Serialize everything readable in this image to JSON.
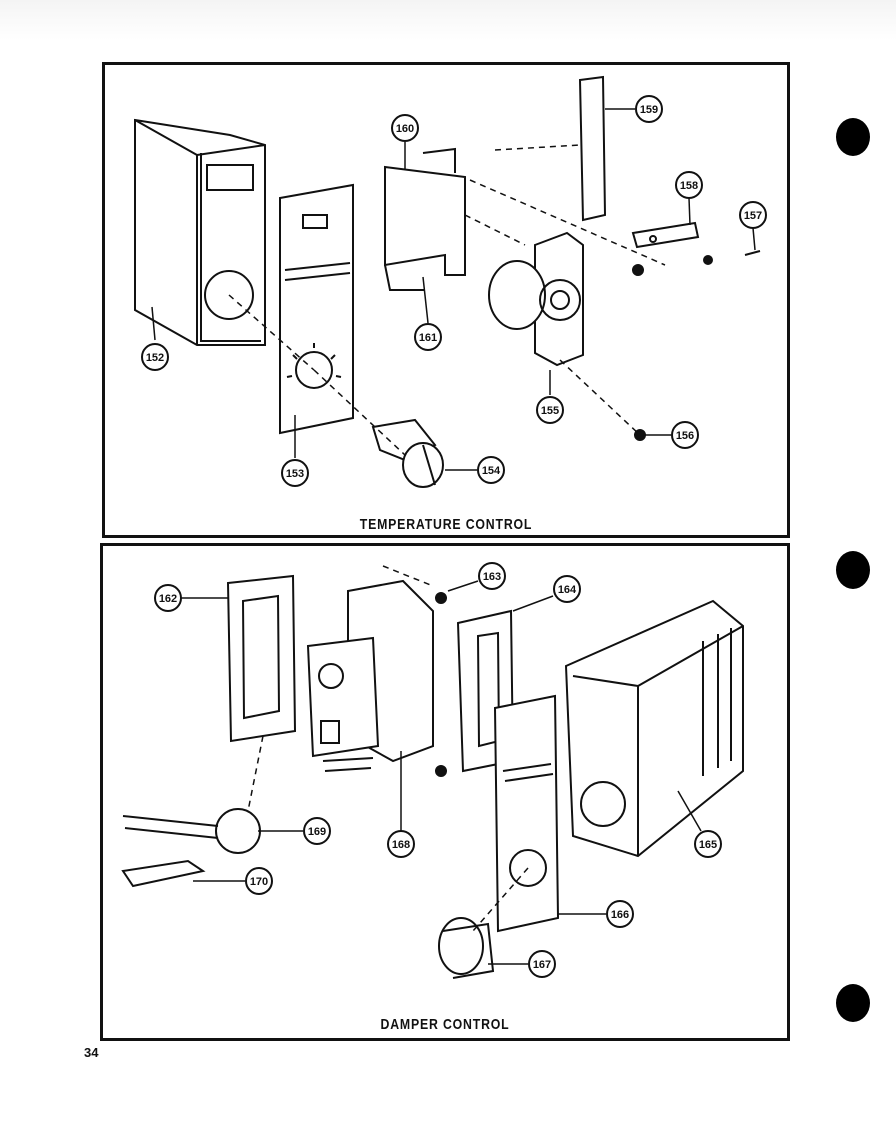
{
  "page_number": "34",
  "top_panel": {
    "caption": "TEMPERATURE CONTROL",
    "callouts": [
      "152",
      "153",
      "154",
      "155",
      "156",
      "157",
      "158",
      "159",
      "160",
      "161"
    ]
  },
  "bottom_panel": {
    "caption": "DAMPER CONTROL",
    "callouts": [
      "162",
      "163",
      "164",
      "165",
      "166",
      "167",
      "168",
      "169",
      "170"
    ]
  }
}
